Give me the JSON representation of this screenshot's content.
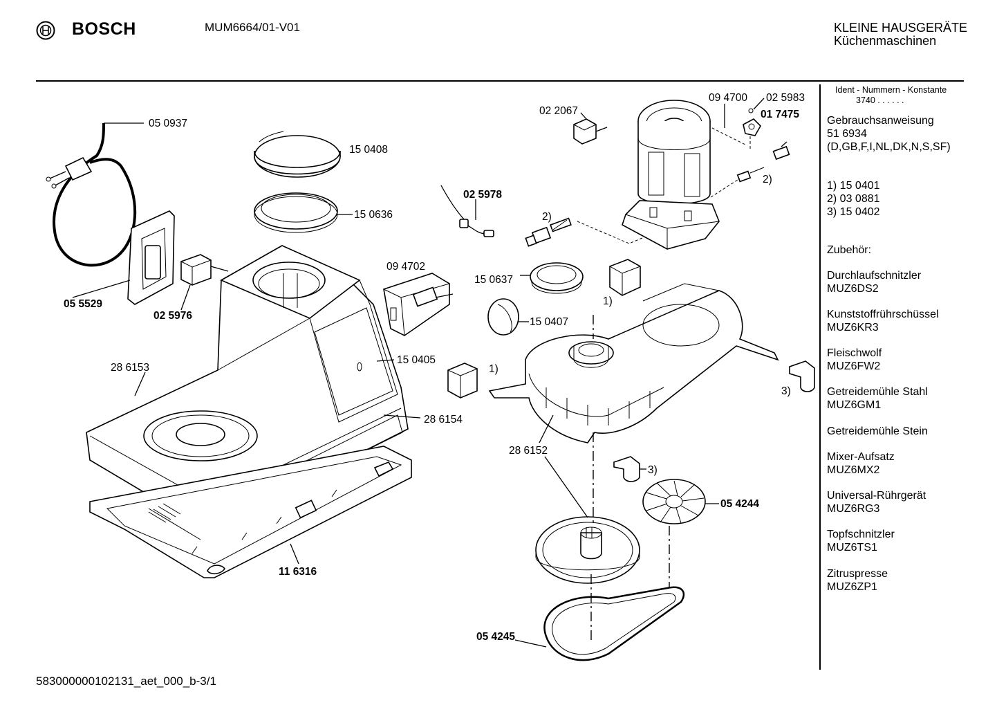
{
  "header": {
    "brand": "BOSCH",
    "model": "MUM6664/01-V01",
    "category": "KLEINE HAUSGERÄTE",
    "subcategory": "Küchenmaschinen"
  },
  "footer": {
    "document_code": "583000000102131_aet_000_b-3/1"
  },
  "sidebar": {
    "ident_heading": "Ident - Nummern - Konstante",
    "ident_value": "3740 . . . . . .",
    "manual_heading": "Gebrauchsanweisung",
    "manual_number": "51 6934",
    "manual_languages": "(D,GB,F,I,NL,DK,N,S,SF)",
    "footnotes": [
      "1)  15 0401",
      "2)  03 0881",
      "3)  15 0402"
    ],
    "accessories_heading": "Zubehör:",
    "accessories": [
      {
        "name": "Durchlaufschnitzler",
        "code": "MUZ6DS2"
      },
      {
        "name": "Kunststoffrührschüssel",
        "code": "MUZ6KR3"
      },
      {
        "name": "Fleischwolf",
        "code": "MUZ6FW2"
      },
      {
        "name": "Getreidemühle Stahl",
        "code": "MUZ6GM1"
      },
      {
        "name": "Getreidemühle Stein",
        "code": ""
      },
      {
        "name": "Mixer-Aufsatz",
        "code": "MUZ6MX2"
      },
      {
        "name": "Universal-Rührgerät",
        "code": "MUZ6RG3"
      },
      {
        "name": "Topfschnitzler",
        "code": "MUZ6TS1"
      },
      {
        "name": "Zitruspresse",
        "code": "MUZ6ZP1"
      }
    ]
  },
  "diagram": {
    "labels": {
      "power_cord": "05 0937",
      "lid": "15 0408",
      "seal_ring": "15 0636",
      "cable_clip": "05 5529",
      "switch": "02 5976",
      "housing": "28 6153",
      "cover_plate": "15 0405",
      "front_panel": "28 6154",
      "base_plate": "11 6316",
      "speed_control": "09 4702",
      "wire": "02 5978",
      "terminal": "02 2067",
      "motor_a": "09 4700",
      "motor_b": "02 5983",
      "bearing": "01 7475",
      "bushing": "15 0637",
      "knob": "15 0407",
      "gear_housing": "28 6152",
      "fan": "05 4244",
      "belt": "05 4245",
      "ref1": "1)",
      "ref2": "2)",
      "ref3": "3)"
    }
  }
}
